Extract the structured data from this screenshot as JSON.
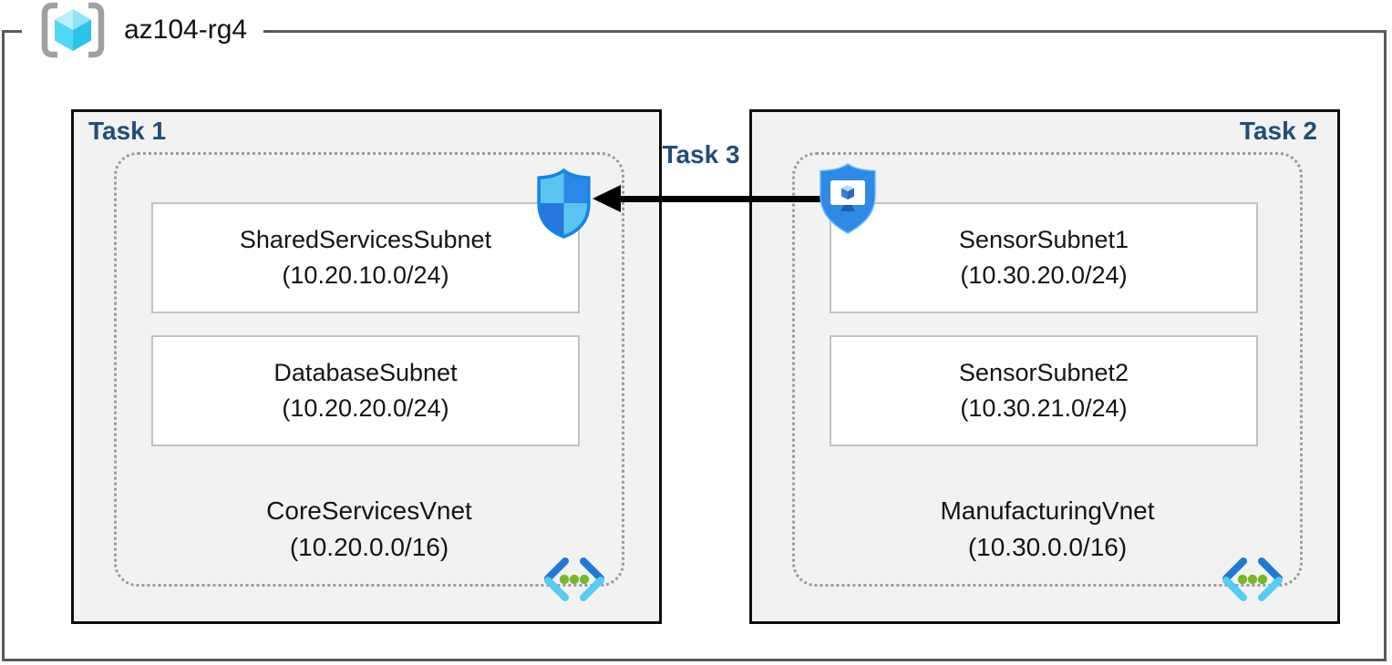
{
  "resource_group": {
    "name": "az104-rg4",
    "icon": "resource-group-icon"
  },
  "tasks": [
    {
      "label": "Task 1",
      "vnet": {
        "name": "CoreServicesVnet",
        "cidr": "(10.20.0.0/16)"
      },
      "subnets": [
        {
          "name": "SharedServicesSubnet",
          "cidr": "(10.20.10.0/24)"
        },
        {
          "name": "DatabaseSubnet",
          "cidr": "(10.20.20.0/24)"
        }
      ],
      "badge_icon": "network-security-shield-icon"
    },
    {
      "label": "Task 2",
      "vnet": {
        "name": "ManufacturingVnet",
        "cidr": "(10.30.0.0/16)"
      },
      "subnets": [
        {
          "name": "SensorSubnet1",
          "cidr": "(10.30.20.0/24)"
        },
        {
          "name": "SensorSubnet2",
          "cidr": "(10.30.21.0/24)"
        }
      ],
      "badge_icon": "bastion-shield-icon"
    }
  ],
  "connection": {
    "label": "Task 3",
    "direction": "right-to-left"
  },
  "icons": {
    "vnet": "virtual-network-icon"
  },
  "colors": {
    "task_label": "#1F4E79",
    "task_fill": "#F2F2F2",
    "task_border": "#0D0D0D",
    "outer_border": "#58595B",
    "dotted_border": "#9C9C9C",
    "subnet_border": "#C2C2C2",
    "arrow": "#000000",
    "azure_blue": "#2E8AE5",
    "azure_light_blue": "#5BC5F2",
    "azure_cyan": "#50E6FF",
    "vnet_dot_green": "#76B82A"
  }
}
